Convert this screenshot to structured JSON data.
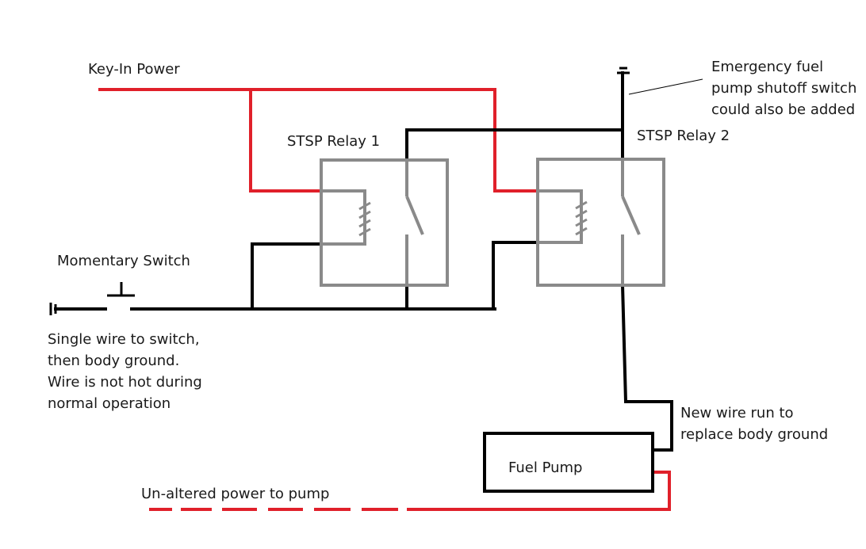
{
  "labels": {
    "key_in_power": "Key-In Power",
    "relay1": "STSP Relay 1",
    "relay2": "STSP Relay 2",
    "momentary_switch": "Momentary Switch",
    "emergency_line1": "Emergency fuel",
    "emergency_line2": "pump shutoff switch",
    "emergency_line3": "could also be added",
    "single_wire_line1": "Single wire to switch,",
    "single_wire_line2": "then body ground.",
    "single_wire_line3": "Wire is not hot during",
    "single_wire_line4": "normal operation",
    "new_wire_line1": "New wire run to",
    "new_wire_line2": "replace  body ground",
    "fuel_pump": "Fuel Pump",
    "unaltered_power": "Un-altered power to pump"
  },
  "colors": {
    "power_wire": "#e0202a",
    "ground_wire": "#000000",
    "relay_outline": "#8a8a8a",
    "text": "#1a1a1a"
  }
}
